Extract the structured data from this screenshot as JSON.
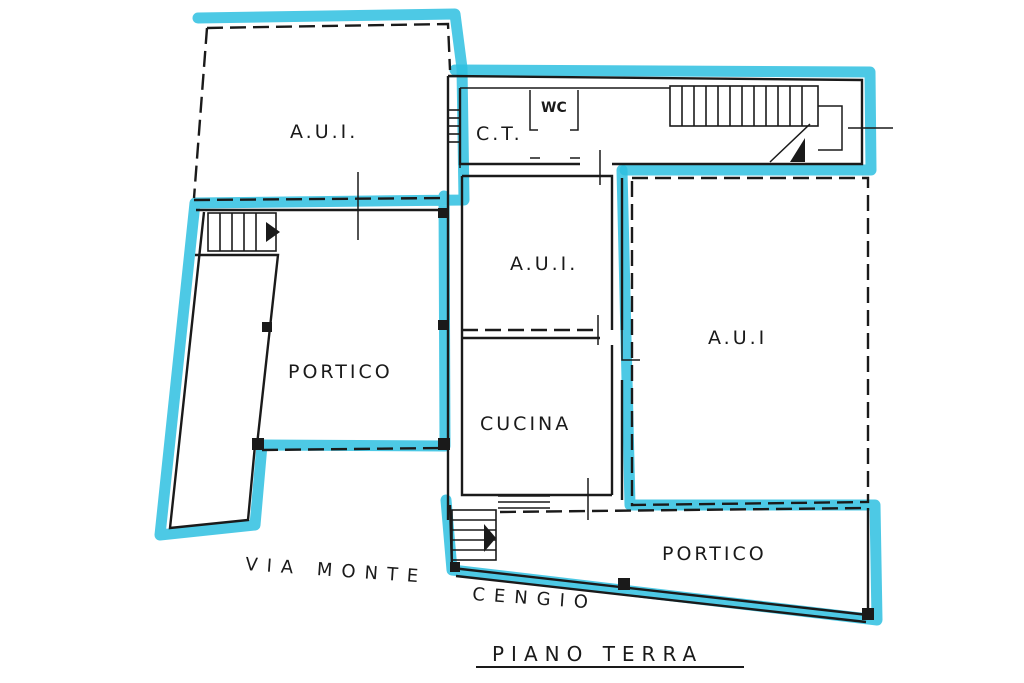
{
  "rooms": {
    "aui_top_left": "A.U.I.",
    "ct": "C.T.",
    "wc": "WC",
    "aui_center": "A.U.I.",
    "aui_right": "A.U.I",
    "portico_left": "PORTICO",
    "cucina": "CUCINA",
    "portico_bottom": "PORTICO"
  },
  "street": {
    "part1": "VIA MONTE",
    "part2": "CENGIO"
  },
  "plan_title": "PIANO TERRA",
  "colors": {
    "highlight": "#2ec0e0",
    "ink": "#1a1a1a"
  }
}
